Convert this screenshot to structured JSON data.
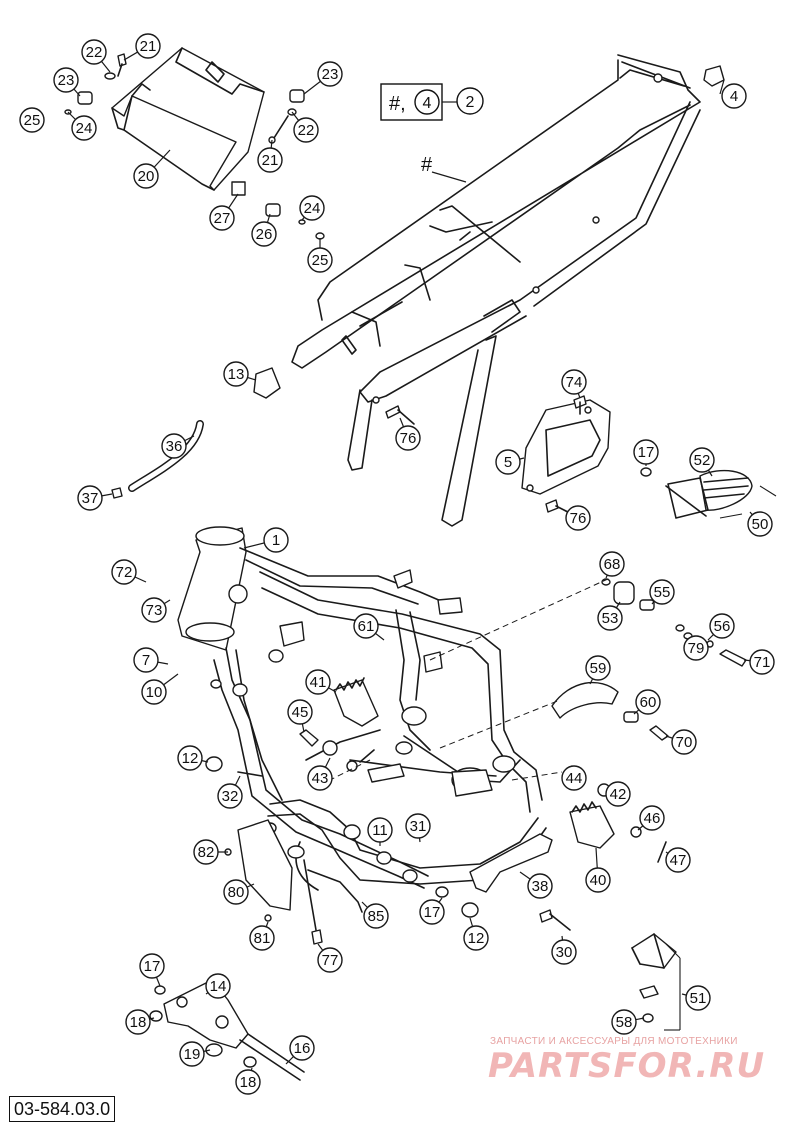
{
  "diagram": {
    "catalog_code": "03-584.03.0",
    "watermark_text": "ЗАПЧАСТИ И АКСЕССУАРЫ ДЛЯ МОТОТЕХНИКИ",
    "watermark_logo": "PARTSFOR.RU",
    "group_box": {
      "prefix": "#,",
      "circled": "4",
      "ref": "2"
    },
    "hash_mark": "#",
    "callouts": [
      {
        "id": "c21a",
        "label": "21"
      },
      {
        "id": "c22a",
        "label": "22"
      },
      {
        "id": "c23a",
        "label": "23"
      },
      {
        "id": "c25a",
        "label": "25"
      },
      {
        "id": "c24a",
        "label": "24"
      },
      {
        "id": "c20",
        "label": "20"
      },
      {
        "id": "c23b",
        "label": "23"
      },
      {
        "id": "c22b",
        "label": "22"
      },
      {
        "id": "c21b",
        "label": "21"
      },
      {
        "id": "c27",
        "label": "27"
      },
      {
        "id": "c24b",
        "label": "24"
      },
      {
        "id": "c26",
        "label": "26"
      },
      {
        "id": "c25b",
        "label": "25"
      },
      {
        "id": "c4",
        "label": "4"
      },
      {
        "id": "c13",
        "label": "13"
      },
      {
        "id": "c74",
        "label": "74"
      },
      {
        "id": "c76a",
        "label": "76"
      },
      {
        "id": "c36",
        "label": "36"
      },
      {
        "id": "c5",
        "label": "5"
      },
      {
        "id": "c17a",
        "label": "17"
      },
      {
        "id": "c52",
        "label": "52"
      },
      {
        "id": "c37",
        "label": "37"
      },
      {
        "id": "c76b",
        "label": "76"
      },
      {
        "id": "c50",
        "label": "50"
      },
      {
        "id": "c1",
        "label": "1"
      },
      {
        "id": "c68",
        "label": "68"
      },
      {
        "id": "c72",
        "label": "72"
      },
      {
        "id": "c55",
        "label": "55"
      },
      {
        "id": "c73",
        "label": "73"
      },
      {
        "id": "c53",
        "label": "53"
      },
      {
        "id": "c61",
        "label": "61"
      },
      {
        "id": "c56",
        "label": "56"
      },
      {
        "id": "c79",
        "label": "79"
      },
      {
        "id": "c71",
        "label": "71"
      },
      {
        "id": "c7",
        "label": "7"
      },
      {
        "id": "c10",
        "label": "10"
      },
      {
        "id": "c41",
        "label": "41"
      },
      {
        "id": "c59",
        "label": "59"
      },
      {
        "id": "c45",
        "label": "45"
      },
      {
        "id": "c60",
        "label": "60"
      },
      {
        "id": "c70",
        "label": "70"
      },
      {
        "id": "c12a",
        "label": "12"
      },
      {
        "id": "c43",
        "label": "43"
      },
      {
        "id": "c44",
        "label": "44"
      },
      {
        "id": "c42",
        "label": "42"
      },
      {
        "id": "c32",
        "label": "32"
      },
      {
        "id": "c46",
        "label": "46"
      },
      {
        "id": "c11",
        "label": "11"
      },
      {
        "id": "c31",
        "label": "31"
      },
      {
        "id": "c82",
        "label": "82"
      },
      {
        "id": "c47",
        "label": "47"
      },
      {
        "id": "c40",
        "label": "40"
      },
      {
        "id": "c38",
        "label": "38"
      },
      {
        "id": "c80",
        "label": "80"
      },
      {
        "id": "c85",
        "label": "85"
      },
      {
        "id": "c17b",
        "label": "17"
      },
      {
        "id": "c12b",
        "label": "12"
      },
      {
        "id": "c81",
        "label": "81"
      },
      {
        "id": "c30",
        "label": "30"
      },
      {
        "id": "c77",
        "label": "77"
      },
      {
        "id": "c17c",
        "label": "17"
      },
      {
        "id": "c14",
        "label": "14"
      },
      {
        "id": "c51",
        "label": "51"
      },
      {
        "id": "c18a",
        "label": "18"
      },
      {
        "id": "c58",
        "label": "58"
      },
      {
        "id": "c16",
        "label": "16"
      },
      {
        "id": "c19",
        "label": "19"
      },
      {
        "id": "c18b",
        "label": "18"
      }
    ]
  }
}
